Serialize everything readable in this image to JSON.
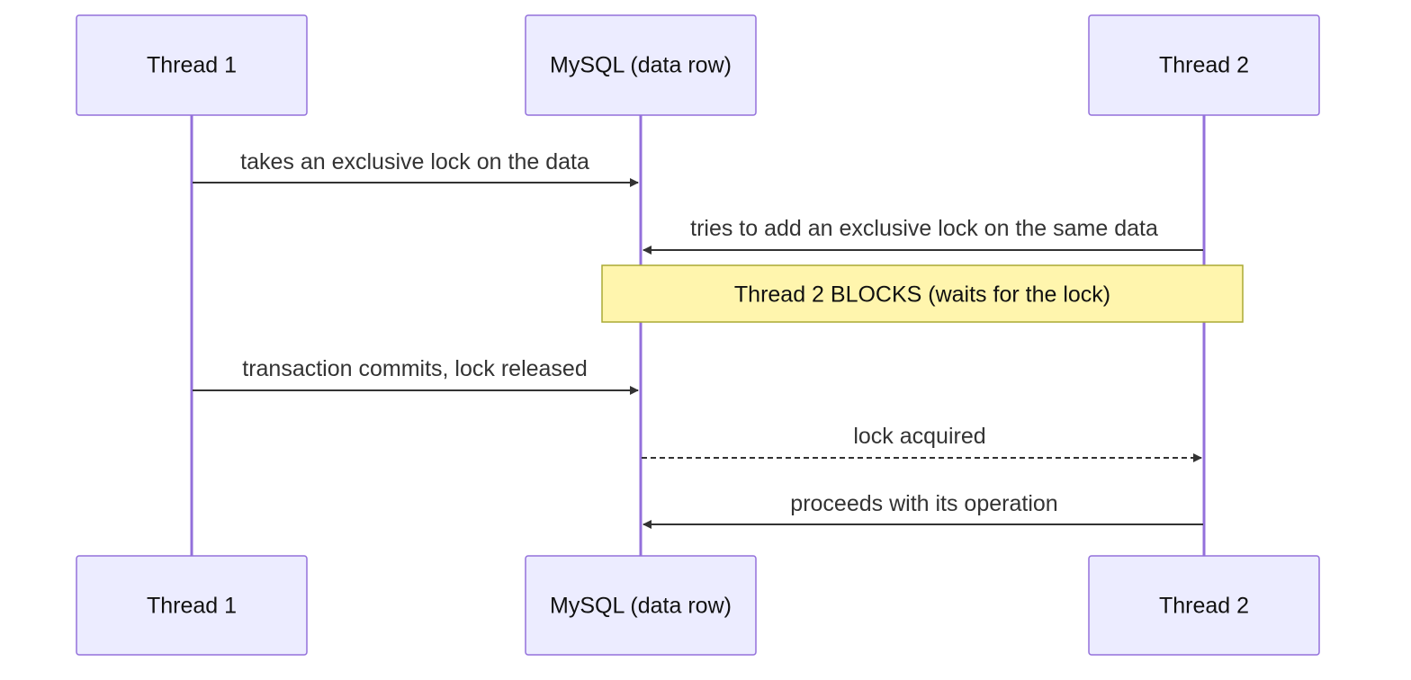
{
  "diagram": {
    "type": "sequence",
    "participants": [
      {
        "id": "t1",
        "label": "Thread 1"
      },
      {
        "id": "db",
        "label": "MySQL (data row)"
      },
      {
        "id": "t2",
        "label": "Thread 2"
      }
    ],
    "messages": [
      {
        "from": "t1",
        "to": "db",
        "label": "takes an exclusive lock on the data",
        "style": "solid"
      },
      {
        "from": "t2",
        "to": "db",
        "label": "tries to add an exclusive lock on the same data",
        "style": "solid"
      },
      {
        "from": "t1",
        "to": "db",
        "label": "transaction commits, lock released",
        "style": "solid"
      },
      {
        "from": "db",
        "to": "t2",
        "label": "lock acquired",
        "style": "dashed"
      },
      {
        "from": "t2",
        "to": "db",
        "label": "proceeds with its operation",
        "style": "solid"
      }
    ],
    "note": {
      "label": "Thread 2 BLOCKS (waits for the lock)",
      "over": [
        "db",
        "t2"
      ],
      "after_message": 1
    },
    "colors": {
      "actor_fill": "#ECECFF",
      "actor_stroke": "#9370DB",
      "lifeline": "#9370DB",
      "arrow": "#333333",
      "note_fill": "#FFF5AD",
      "note_stroke": "#AAAA33"
    }
  }
}
